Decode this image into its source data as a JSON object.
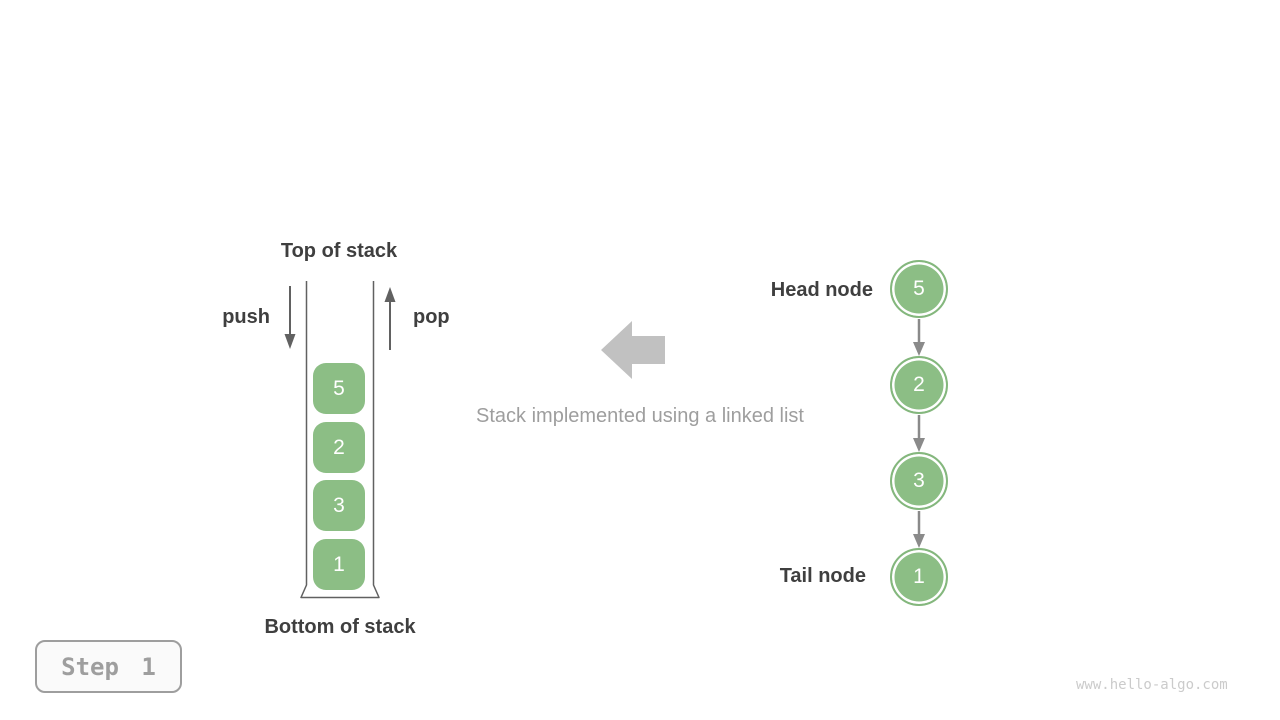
{
  "stack_diagram": {
    "top_label": "Top of stack",
    "bottom_label": "Bottom of stack",
    "push_label": "push",
    "pop_label": "pop",
    "items": [
      "5",
      "2",
      "3",
      "1"
    ]
  },
  "caption": "Stack implemented using a linked list",
  "linked_list_diagram": {
    "head_label": "Head node",
    "tail_label": "Tail node",
    "nodes": [
      "5",
      "2",
      "3",
      "1"
    ]
  },
  "step_badge": {
    "label": "Step 1"
  },
  "watermark": "www.hello-algo.com",
  "colors": {
    "node_green": "#8cbe85",
    "label_dark": "#3f3f3f",
    "arrow_dark_gray": "#616161",
    "connector_gray": "#8a8a8a",
    "block_arrow_gray": "#c1c1c1",
    "muted_text_gray": "#9e9e9e",
    "watermark_gray": "#cbcbcb"
  }
}
